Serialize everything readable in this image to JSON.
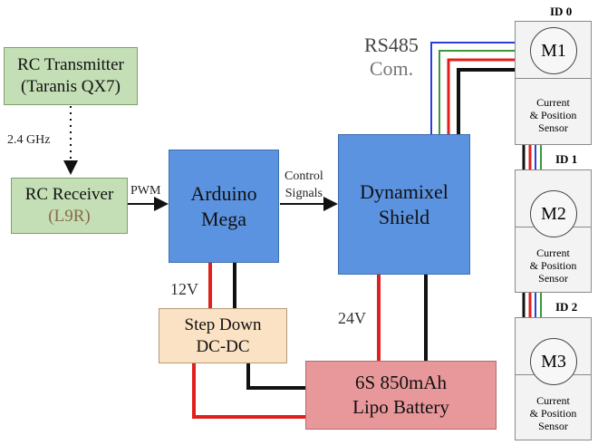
{
  "blocks": {
    "rc_transmitter": [
      "RC Transmitter",
      "(Taranis QX7)"
    ],
    "rc_receiver": [
      "RC Receiver",
      "(L9R)"
    ],
    "arduino": [
      "Arduino",
      "Mega"
    ],
    "dynamixel": [
      "Dynamixel",
      "Shield"
    ],
    "step_down": [
      "Step Down",
      "DC-DC"
    ],
    "battery": [
      "6S 850mAh",
      "Lipo Battery"
    ]
  },
  "labels": {
    "freq": "2.4 GHz",
    "pwm": "PWM",
    "control": [
      "Control",
      "Signals"
    ],
    "v12": "12V",
    "v24": "24V",
    "rs485": [
      "RS485",
      "Com."
    ]
  },
  "motors": [
    {
      "id": "ID 0",
      "name": "M1",
      "sensor": [
        "Current",
        "& Position",
        "Sensor"
      ]
    },
    {
      "id": "ID 1",
      "name": "M2",
      "sensor": [
        "Current",
        "& Position",
        "Sensor"
      ]
    },
    {
      "id": "ID 2",
      "name": "M3",
      "sensor": [
        "Current",
        "& Position",
        "Sensor"
      ]
    }
  ],
  "colors": {
    "green_block": "#c4dfb5",
    "blue_block": "#5b93e0",
    "peach_block": "#fbe2c4",
    "battery_block": "#e8979a",
    "wire_red": "#e0201e",
    "wire_black": "#111111",
    "wire_blue": "#2a3fd8",
    "wire_green": "#3a9a3a"
  }
}
